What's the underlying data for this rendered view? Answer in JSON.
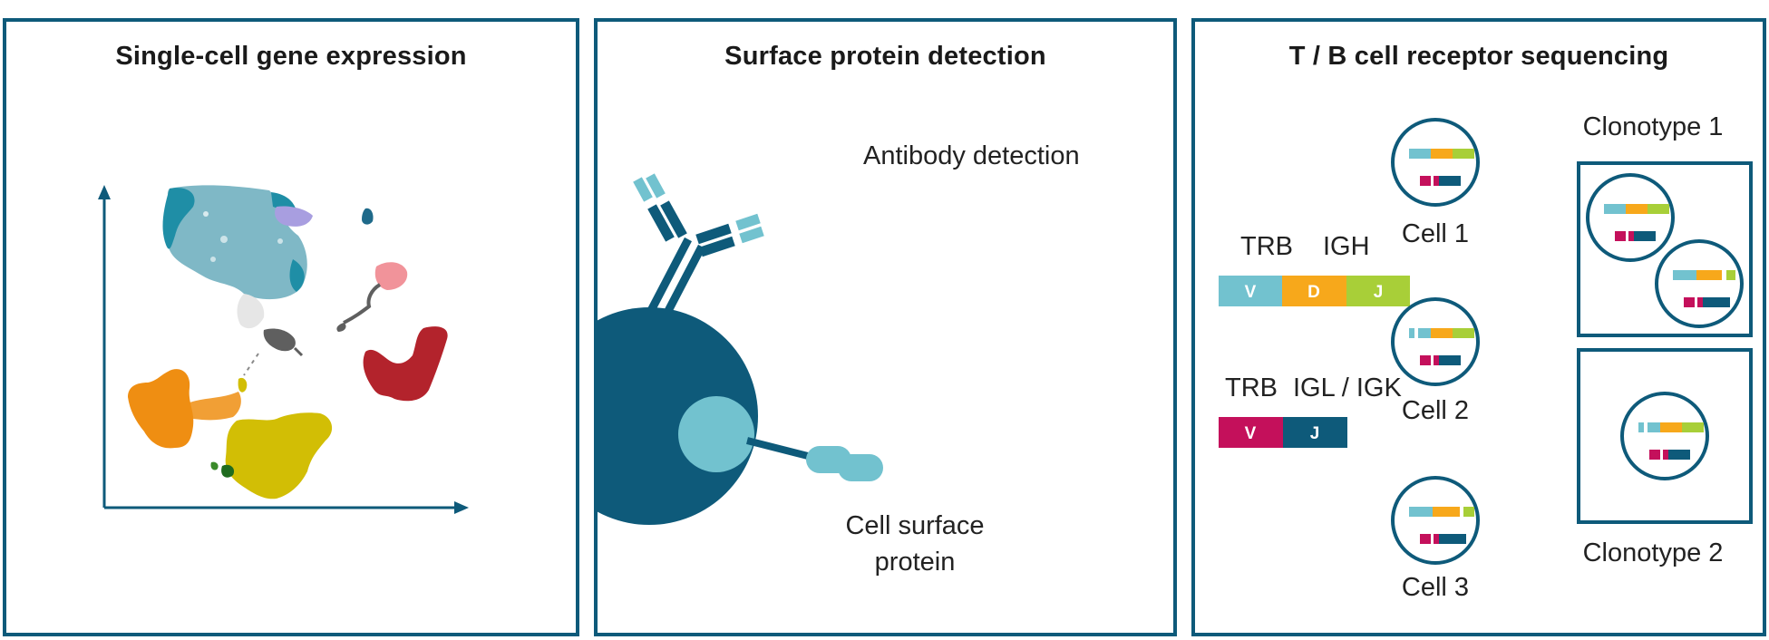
{
  "panels": {
    "gene_expression": {
      "title": "Single-cell gene expression"
    },
    "surface_protein": {
      "title": "Surface protein detection",
      "antibody_label": "Antibody detection",
      "surface_label_line1": "Cell surface",
      "surface_label_line2": "protein"
    },
    "receptor_seq": {
      "title": "T / B cell receptor sequencing",
      "heavy": {
        "label_a": "TRB",
        "label_b": "IGH",
        "segments": [
          "V",
          "D",
          "J"
        ]
      },
      "light": {
        "label_a": "TRB",
        "label_b": "IGL / IGK",
        "segments": [
          "V",
          "J"
        ]
      },
      "cells": [
        "Cell 1",
        "Cell 2",
        "Cell 3"
      ],
      "clonotypes": [
        "Clonotype 1",
        "Clonotype 2"
      ]
    }
  },
  "colors": {
    "border": "#0e5a7a",
    "dark_teal": "#0e5a7a",
    "light_teal": "#72c2cf",
    "orange": "#f7a81b",
    "lime": "#a8cf38",
    "magenta": "#c4105b",
    "umap_teal": "#7fb8c6",
    "umap_dark_teal": "#1f8ea6",
    "umap_orange": "#ef8e12",
    "umap_yellow": "#d2be05",
    "umap_red": "#b3232c",
    "umap_pink": "#f1939a",
    "umap_lavender": "#a89ee0",
    "umap_gray": "#5f5f5f",
    "umap_green": "#1f6b1f"
  }
}
